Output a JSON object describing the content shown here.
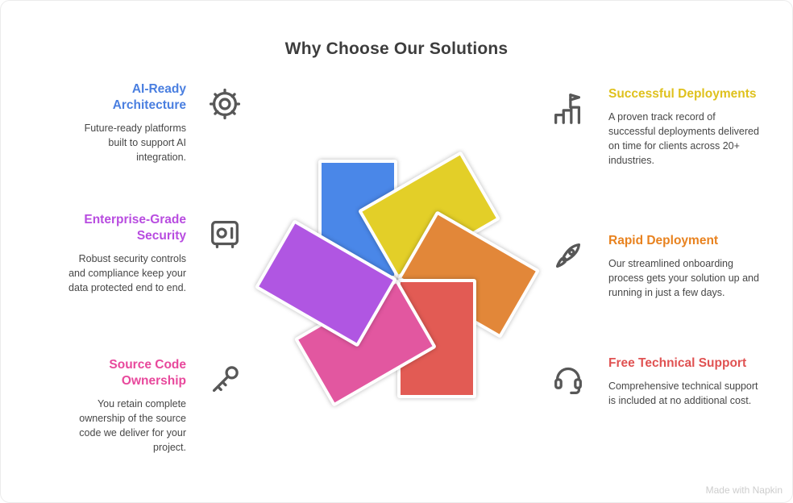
{
  "title": "Why Choose Our Solutions",
  "watermark": "Made with Napkin",
  "left_sections": [
    {
      "heading": "AI-Ready Architecture",
      "heading_color": "#4a7fe0",
      "icon": "gear-icon",
      "body": "Future-ready platforms built to support AI integration."
    },
    {
      "heading": "Enterprise-Grade Security",
      "heading_color": "#b84ce0",
      "icon": "vault-icon",
      "body": "Robust security controls and compliance keep your data protected end to end."
    },
    {
      "heading": "Source Code Ownership",
      "heading_color": "#e8489c",
      "icon": "key-icon",
      "body": "You retain complete ownership of the source code we deliver for your project."
    }
  ],
  "right_sections": [
    {
      "heading": "Successful Deployments",
      "heading_color": "#dfc11d",
      "icon": "milestone-flag-icon",
      "body": "A proven track record of successful deployments delivered on time for clients across 20+ industries."
    },
    {
      "heading": "Rapid Deployment",
      "heading_color": "#e8821f",
      "icon": "rocket-icon",
      "body": "Our streamlined onboarding process gets your solution up and running in just a few days."
    },
    {
      "heading": "Free Technical Support",
      "heading_color": "#e05252",
      "icon": "headset-icon",
      "body": "Comprehensive technical support is included at no additional cost."
    }
  ],
  "pinwheel": {
    "petals": [
      {
        "name": "blue",
        "color": "#4a87e8",
        "rotation_deg": 0
      },
      {
        "name": "yellow",
        "color": "#e3cf28",
        "rotation_deg": 60
      },
      {
        "name": "orange",
        "color": "#e28739",
        "rotation_deg": 120
      },
      {
        "name": "red",
        "color": "#e25b54",
        "rotation_deg": 180
      },
      {
        "name": "pink",
        "color": "#e257a0",
        "rotation_deg": 240
      },
      {
        "name": "purple",
        "color": "#b056e2",
        "rotation_deg": 300
      }
    ]
  }
}
